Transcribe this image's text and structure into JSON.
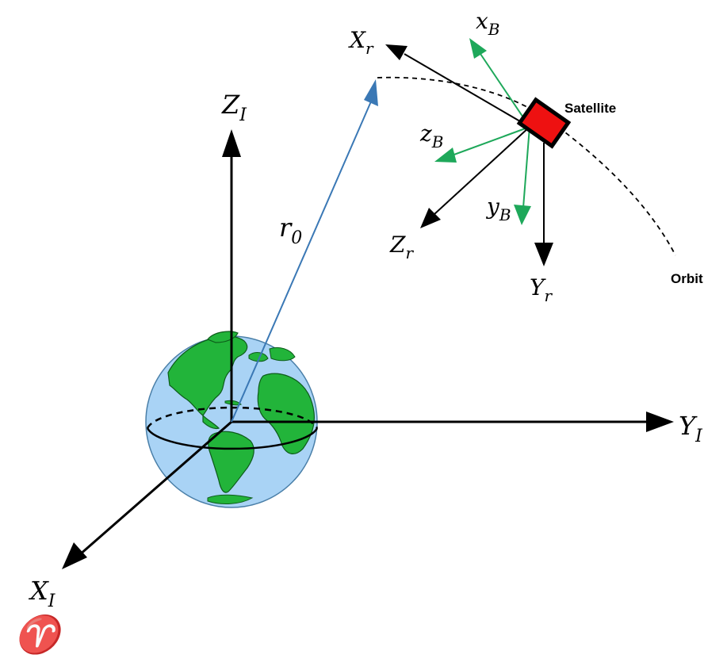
{
  "labels": {
    "z_i": {
      "main": "Z",
      "sub": "I"
    },
    "y_i": {
      "main": "Y",
      "sub": "I"
    },
    "x_i": {
      "main": "X",
      "sub": "I"
    },
    "r0": {
      "main": "r",
      "sub": "0"
    },
    "x_r": {
      "main": "X",
      "sub": "r"
    },
    "y_r": {
      "main": "Y",
      "sub": "r"
    },
    "z_r": {
      "main": "Z",
      "sub": "r"
    },
    "x_b": {
      "main": "x",
      "sub": "B"
    },
    "y_b": {
      "main": "y",
      "sub": "B"
    },
    "z_b": {
      "main": "z",
      "sub": "B"
    },
    "satellite": "Satellite",
    "orbit": "Orbit",
    "vernal_equinox": "♈"
  },
  "colors": {
    "axis": "#000000",
    "body_frame": "#1ea85a",
    "position_vector": "#3a78b5",
    "satellite": "#ee1111",
    "ocean": "#a9d3f5",
    "land": "#22b43a",
    "land_outline": "#0d5c1a"
  },
  "icons": {
    "earth": "earth-globe-icon",
    "satellite": "satellite-box-icon"
  }
}
